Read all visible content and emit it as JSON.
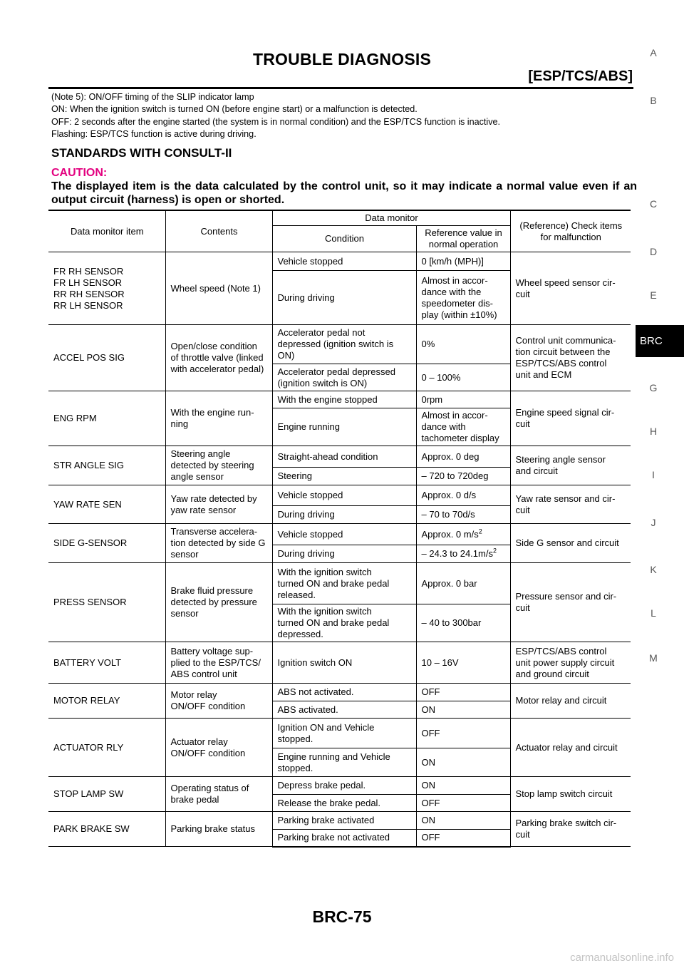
{
  "header": {
    "title": "TROUBLE DIAGNOSIS",
    "subtitle": "[ESP/TCS/ABS]"
  },
  "notes": [
    "(Note 5): ON/OFF timing of the SLIP indicator lamp",
    "ON: When the ignition switch is turned ON (before engine start) or a malfunction is detected.",
    "OFF: 2 seconds after the engine started (the system is in normal condition) and the ESP/TCS function is inactive.",
    "Flashing: ESP/TCS function is active during driving."
  ],
  "section": {
    "heading": "STANDARDS WITH CONSULT-II",
    "caution_label": "CAUTION:",
    "caution_text": "The displayed item is the data calculated by the control unit, so it may indicate a normal value even if an output circuit (harness) is open or shorted."
  },
  "table": {
    "headers": {
      "item": "Data monitor item",
      "contents": "Contents",
      "data_monitor": "Data monitor",
      "condition": "Condition",
      "reference": "Reference value in normal operation",
      "check": "(Reference) Check items for malfunction"
    },
    "rows": [
      {
        "item": "FR RH SENSOR\nFR LH SENSOR\nRR RH SENSOR\nRR LH SENSOR",
        "contents": "Wheel speed (Note 1)",
        "conditions": [
          {
            "condition": "Vehicle stopped",
            "value": "0 [km/h (MPH)]"
          },
          {
            "condition": "During driving",
            "value": "Almost in accor-\ndance with the\nspeedometer dis-\nplay (within ±10%)"
          }
        ],
        "check": "Wheel speed sensor cir-\ncuit"
      },
      {
        "item": "ACCEL POS SIG",
        "contents": "Open/close condition\nof throttle valve (linked\nwith accelerator pedal)",
        "conditions": [
          {
            "condition": "Accelerator pedal not\ndepressed (ignition switch   is\nON)",
            "value": "0%"
          },
          {
            "condition": "Accelerator pedal depressed\n(ignition switch   is ON)",
            "value": "0 – 100%"
          }
        ],
        "check": "Control unit communica-\ntion circuit between the\nESP/TCS/ABS control\nunit and ECM"
      },
      {
        "item": "ENG RPM",
        "contents": "With the engine run-\nning",
        "conditions": [
          {
            "condition": "With the engine stopped",
            "value": "0rpm"
          },
          {
            "condition": "Engine running",
            "value": "Almost in accor-\ndance with\ntachometer display"
          }
        ],
        "check": "Engine speed signal cir-\ncuit"
      },
      {
        "item": "STR ANGLE SIG",
        "contents": "Steering angle\ndetected by steering\nangle sensor",
        "conditions": [
          {
            "condition": "Straight-ahead condition",
            "value": "Approx. 0 deg"
          },
          {
            "condition": "Steering",
            "value": "– 720 to 720deg"
          }
        ],
        "check": "Steering angle sensor\nand circuit"
      },
      {
        "item": "YAW RATE SEN",
        "contents": "Yaw rate detected by\nyaw rate sensor",
        "conditions": [
          {
            "condition": "Vehicle stopped",
            "value": "Approx. 0 d/s"
          },
          {
            "condition": "During driving",
            "value": "– 70 to 70d/s"
          }
        ],
        "check": "Yaw rate sensor and cir-\ncuit"
      },
      {
        "item": "SIDE G-SENSOR",
        "contents": "Transverse accelera-\ntion detected by side G\nsensor",
        "conditions": [
          {
            "condition": "Vehicle stopped",
            "value": "Approx. 0 m/s",
            "sup": "2"
          },
          {
            "condition": "During driving",
            "value": "– 24.3 to 24.1m/s",
            "sup": "2"
          }
        ],
        "check": "Side G sensor and circuit"
      },
      {
        "item": "PRESS SENSOR",
        "contents": "Brake fluid pressure\ndetected by pressure\nsensor",
        "conditions": [
          {
            "condition": "With the ignition switch\nturned ON and brake pedal\nreleased.",
            "value": "Approx. 0 bar"
          },
          {
            "condition": "With the ignition switch\nturned ON and brake pedal\ndepressed.",
            "value": "– 40 to 300bar"
          }
        ],
        "check": "Pressure sensor and cir-\ncuit"
      },
      {
        "item": "BATTERY VOLT",
        "contents": "Battery voltage sup-\nplied to the ESP/TCS/\nABS  control unit",
        "conditions": [
          {
            "condition": "Ignition switch   ON",
            "value": "10 – 16V"
          }
        ],
        "check": "ESP/TCS/ABS  control\nunit power supply circuit\nand ground circuit"
      },
      {
        "item": "MOTOR RELAY",
        "contents": "Motor relay\nON/OFF condition",
        "conditions": [
          {
            "condition": "ABS not activated.",
            "value": "OFF"
          },
          {
            "condition": "ABS activated.",
            "value": "ON"
          }
        ],
        "check": "Motor relay and circuit"
      },
      {
        "item": "ACTUATOR RLY",
        "contents": "Actuator relay\nON/OFF condition",
        "conditions": [
          {
            "condition": "Ignition ON and Vehicle\nstopped.",
            "value": "OFF"
          },
          {
            "condition": "Engine running and Vehicle\nstopped.",
            "value": "ON"
          }
        ],
        "check": "Actuator relay and circuit"
      },
      {
        "item": "STOP LAMP SW",
        "contents": "Operating status of\nbrake pedal",
        "conditions": [
          {
            "condition": "Depress brake pedal.",
            "value": "ON"
          },
          {
            "condition": "Release the brake pedal.",
            "value": "OFF"
          }
        ],
        "check": "Stop lamp switch circuit"
      },
      {
        "item": "PARK BRAKE SW",
        "contents": "Parking brake status",
        "conditions": [
          {
            "condition": "Parking brake activated",
            "value": "ON"
          },
          {
            "condition": "Parking brake not activated",
            "value": "OFF"
          }
        ],
        "check": "Parking brake switch cir-\ncuit"
      }
    ]
  },
  "side_tabs": [
    "A",
    "B",
    "C",
    "D",
    "E",
    "BRC",
    "G",
    "H",
    "I",
    "J",
    "K",
    "L",
    "M"
  ],
  "active_tab": "BRC",
  "page_number": "BRC-75",
  "watermark": "carmanualsonline.info",
  "colors": {
    "caution": "#e3007f",
    "tab_active_bg": "#000000"
  }
}
